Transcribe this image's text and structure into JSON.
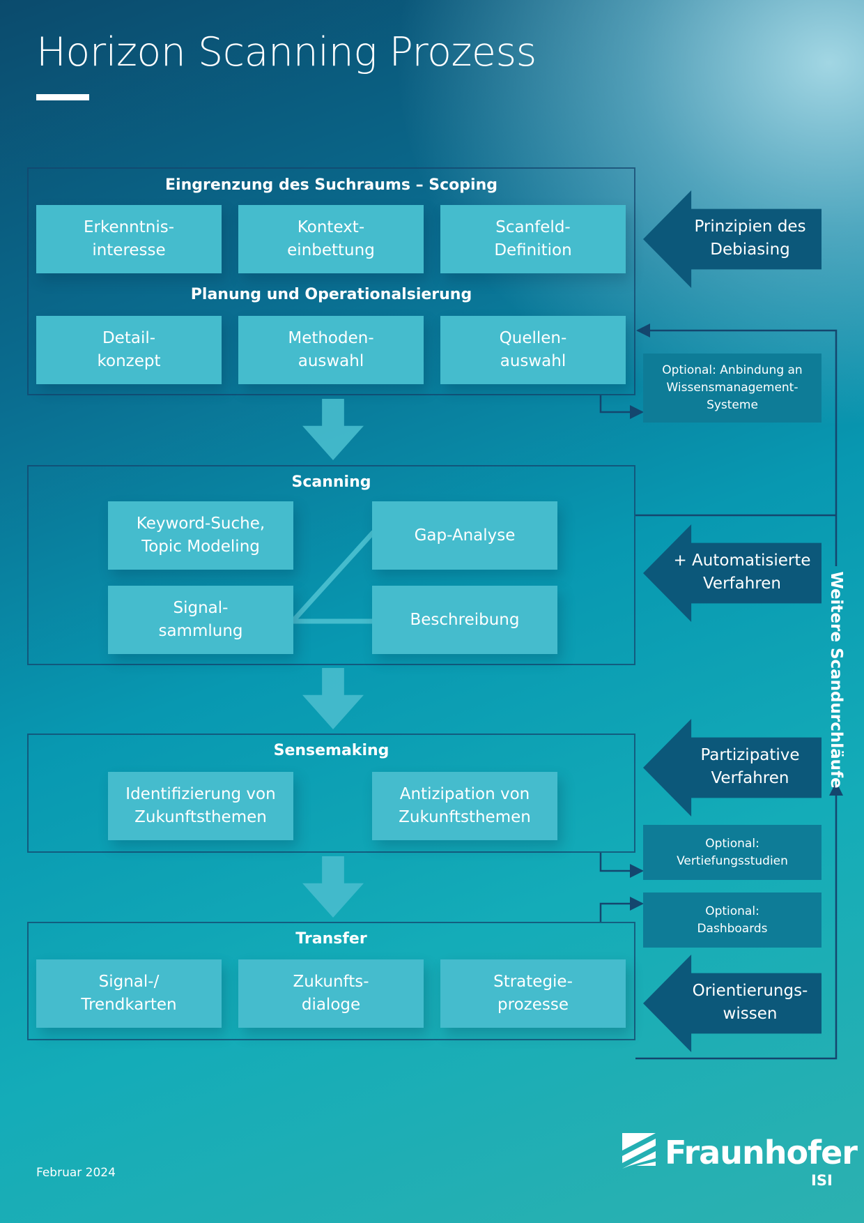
{
  "title": "Horizon Scanning Prozess",
  "sections": {
    "scoping": {
      "title": "Eingrenzung des Suchraums – Scoping",
      "boxes": [
        "Erkenntnis-\ninteresse",
        "Kontext-\neinbettung",
        "Scanfeld-\nDefinition"
      ],
      "subtitle": "Planung und Operationalsierung",
      "boxes2": [
        "Detail-\nkonzept",
        "Methoden-\nauswahl",
        "Quellen-\nauswahl"
      ]
    },
    "scanning": {
      "title": "Scanning",
      "boxes": [
        "Keyword-Suche,\nTopic Modeling",
        "Signal-\nsammlung",
        "Gap-Analyse",
        "Beschreibung"
      ]
    },
    "sensemaking": {
      "title": "Sensemaking",
      "boxes": [
        "Identifizierung von\nZukunftsthemen",
        "Antizipation von\nZukunftsthemen"
      ]
    },
    "transfer": {
      "title": "Transfer",
      "boxes": [
        "Signal-/\nTrendkarten",
        "Zukunfts-\ndialoge",
        "Strategie-\nprozesse"
      ]
    }
  },
  "side_arrows": [
    "Prinzipien des\nDebiasing",
    "+ Automatisierte\nVerfahren",
    "Partizipative\nVerfahren",
    "Orientierungs-\nwissen"
  ],
  "optional_boxes": [
    "Optional: Anbindung an\nWissensmanagement-\nSysteme",
    "Optional:\nVertiefungsstudien",
    "Optional:\nDashboards"
  ],
  "loop_label": "Weitere Scandurchläufe",
  "footer": {
    "date": "Februar 2024",
    "logo_name": "Fraunhofer",
    "logo_sub": "ISI"
  },
  "colors": {
    "box": "#45bccd",
    "dark_arrow": "#0c587a",
    "optional_box": "#0e7c97",
    "frame_line": "#14466e"
  },
  "icons": [
    "fraunhofer-logo-icon"
  ]
}
